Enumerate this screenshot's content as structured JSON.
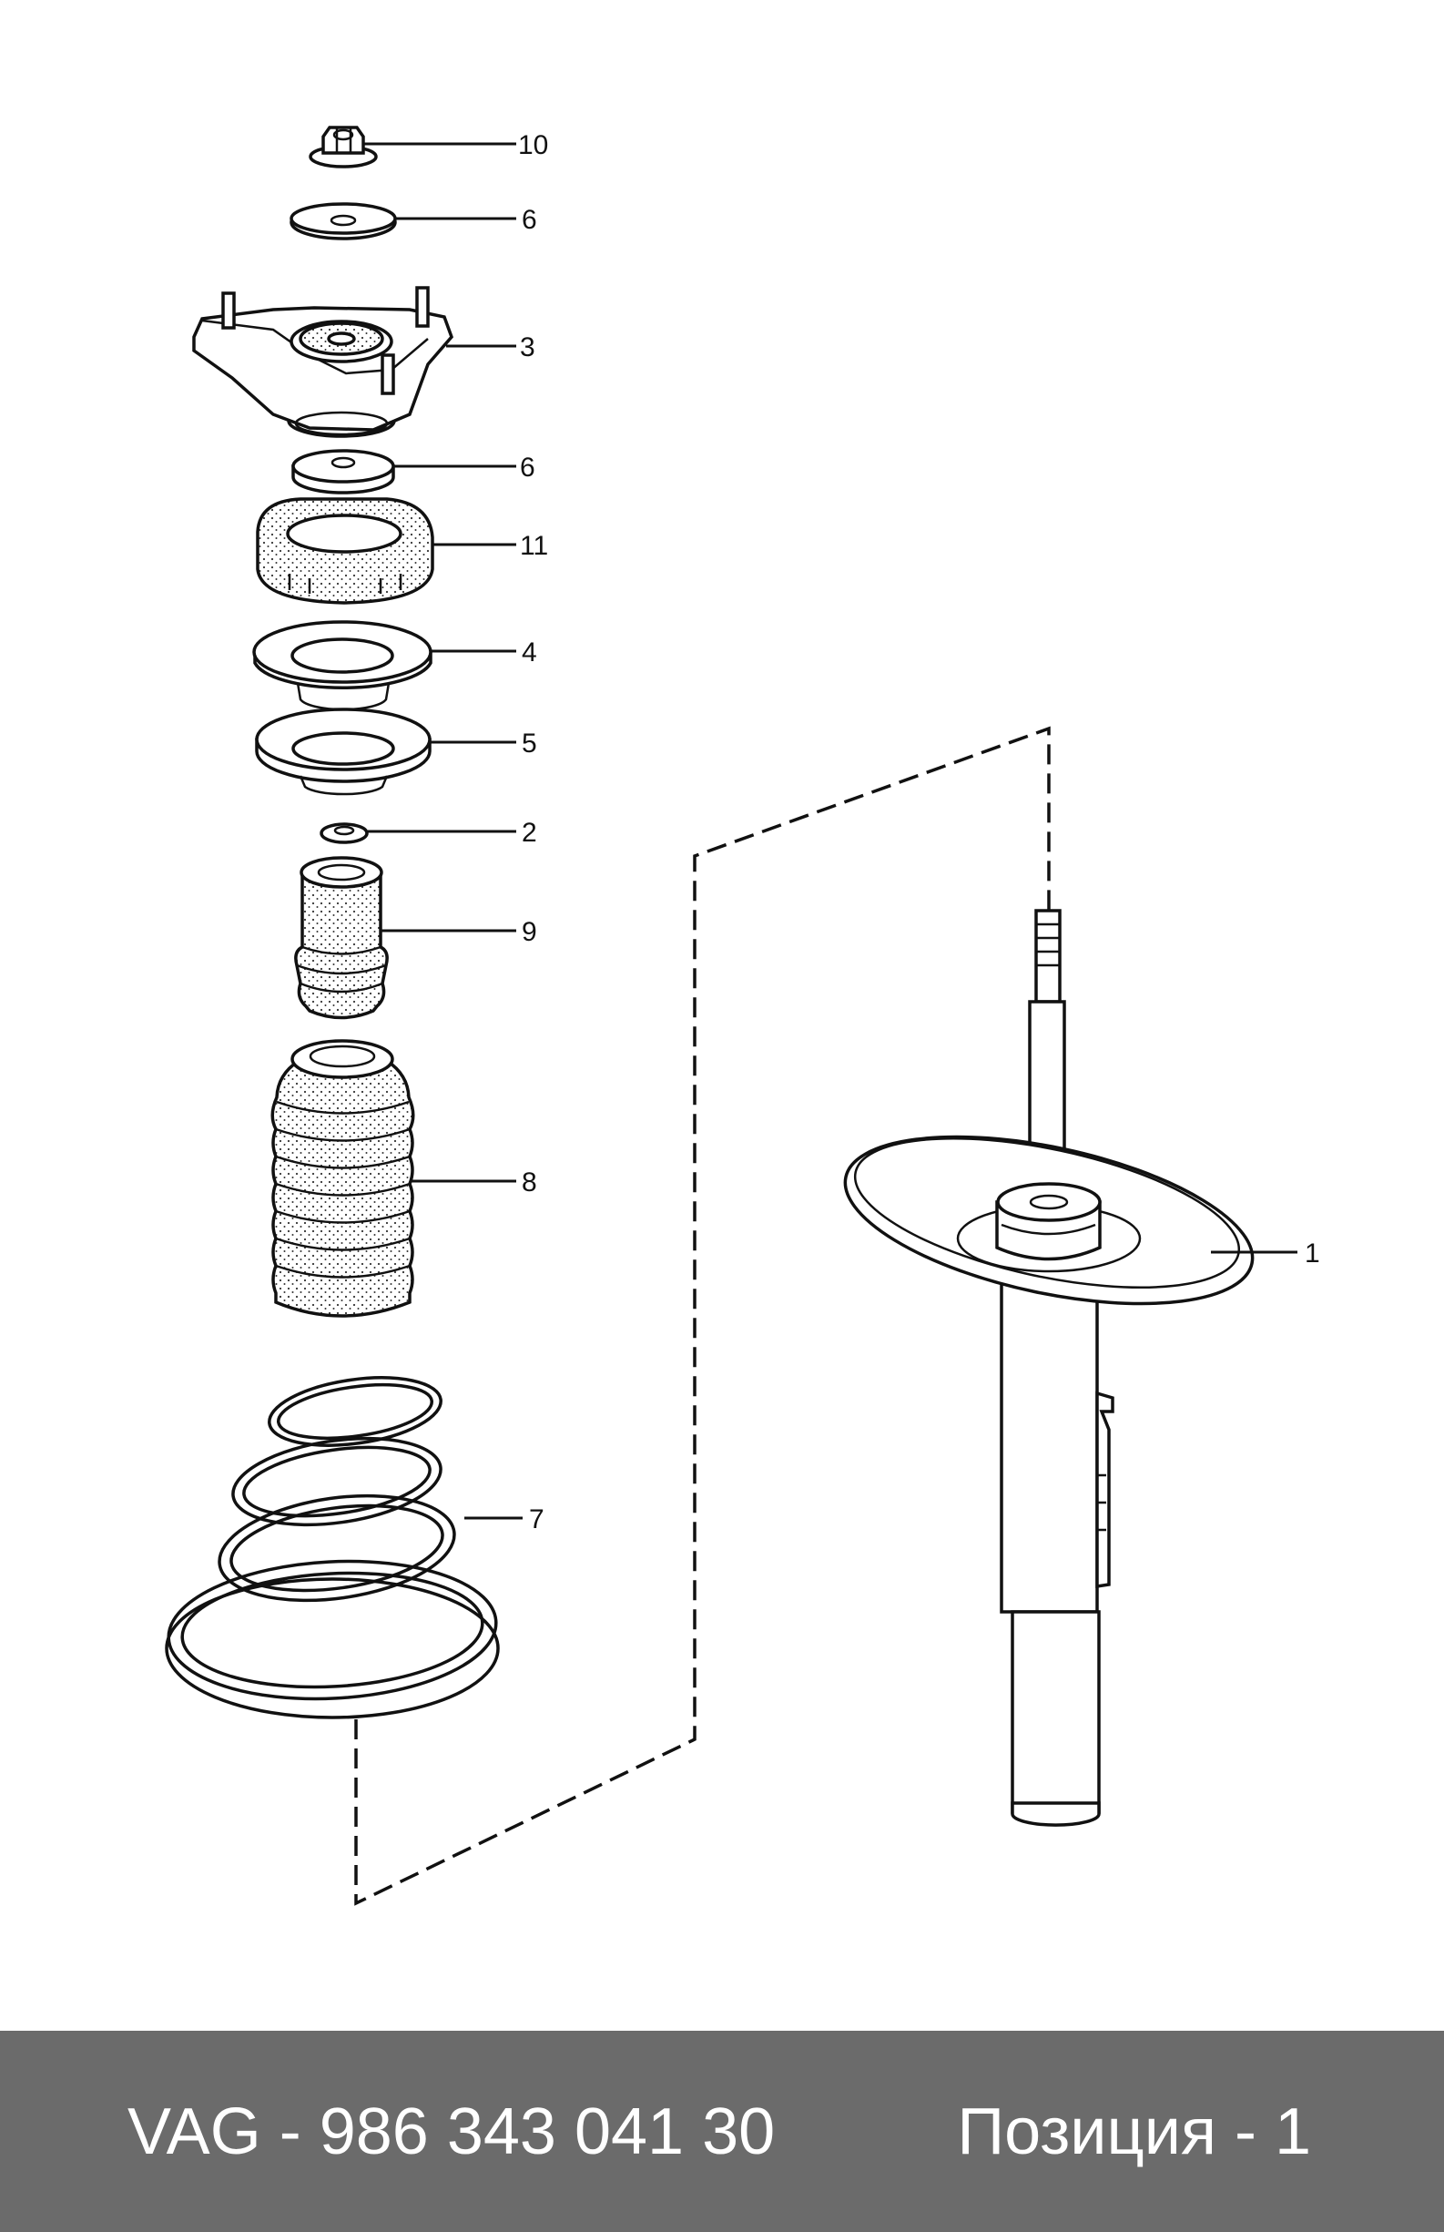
{
  "callouts": {
    "c10": "10",
    "c6a": "6",
    "c3": "3",
    "c6b": "6",
    "c11": "11",
    "c4": "4",
    "c5": "5",
    "c2": "2",
    "c9": "9",
    "c8": "8",
    "c7": "7",
    "c1": "1"
  },
  "footer": {
    "part_number": "VAG - 986 343 041 30",
    "position": "Позиция - 1"
  },
  "colors": {
    "footer_background": "#6b6b6b",
    "footer_text": "#ffffff",
    "line": "#111111"
  }
}
